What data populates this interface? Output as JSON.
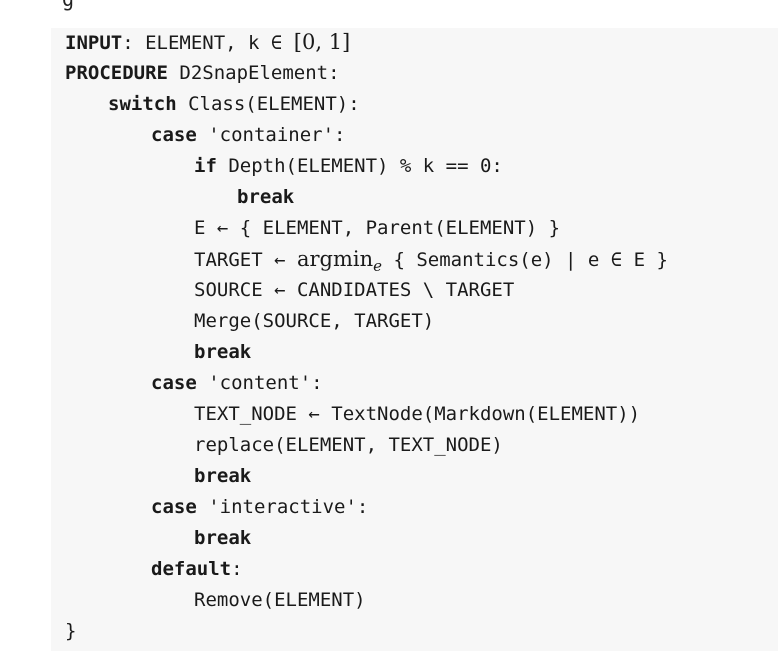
{
  "top_fragment": "g",
  "algorithm": {
    "l1": {
      "kw": "INPUT",
      "rest": ": ELEMENT, k ∈ ",
      "math": "[0, 1]"
    },
    "l2": {
      "kw": "PROCEDURE",
      "rest": " D2SnapElement:"
    },
    "l3": {
      "kw": "switch",
      "rest": " Class(ELEMENT):"
    },
    "l4": {
      "kw": "case",
      "rest": " 'container':"
    },
    "l5": {
      "kw": "if",
      "rest": " Depth(ELEMENT) % k == 0:"
    },
    "l6": {
      "kw": "break"
    },
    "l7": {
      "text": "E ← { ELEMENT, Parent(ELEMENT) }"
    },
    "l8": {
      "pre": "TARGET ← ",
      "math": "argmin",
      "sub": "e",
      "post": " { Semantics(e) | e ∈ E }"
    },
    "l9": {
      "text": "SOURCE ← CANDIDATES \\ TARGET"
    },
    "l10": {
      "text": "Merge(SOURCE, TARGET)"
    },
    "l11": {
      "kw": "break"
    },
    "l12": {
      "kw": "case",
      "rest": " 'content':"
    },
    "l13": {
      "text": "TEXT_NODE ← TextNode(Markdown(ELEMENT))"
    },
    "l14": {
      "text": "replace(ELEMENT, TEXT_NODE)"
    },
    "l15": {
      "kw": "break"
    },
    "l16": {
      "kw": "case",
      "rest": " 'interactive':"
    },
    "l17": {
      "kw": "break"
    },
    "l18": {
      "kw": "default",
      "rest": ":"
    },
    "l19": {
      "text": "Remove(ELEMENT)"
    },
    "l20": {
      "text": "}"
    }
  }
}
